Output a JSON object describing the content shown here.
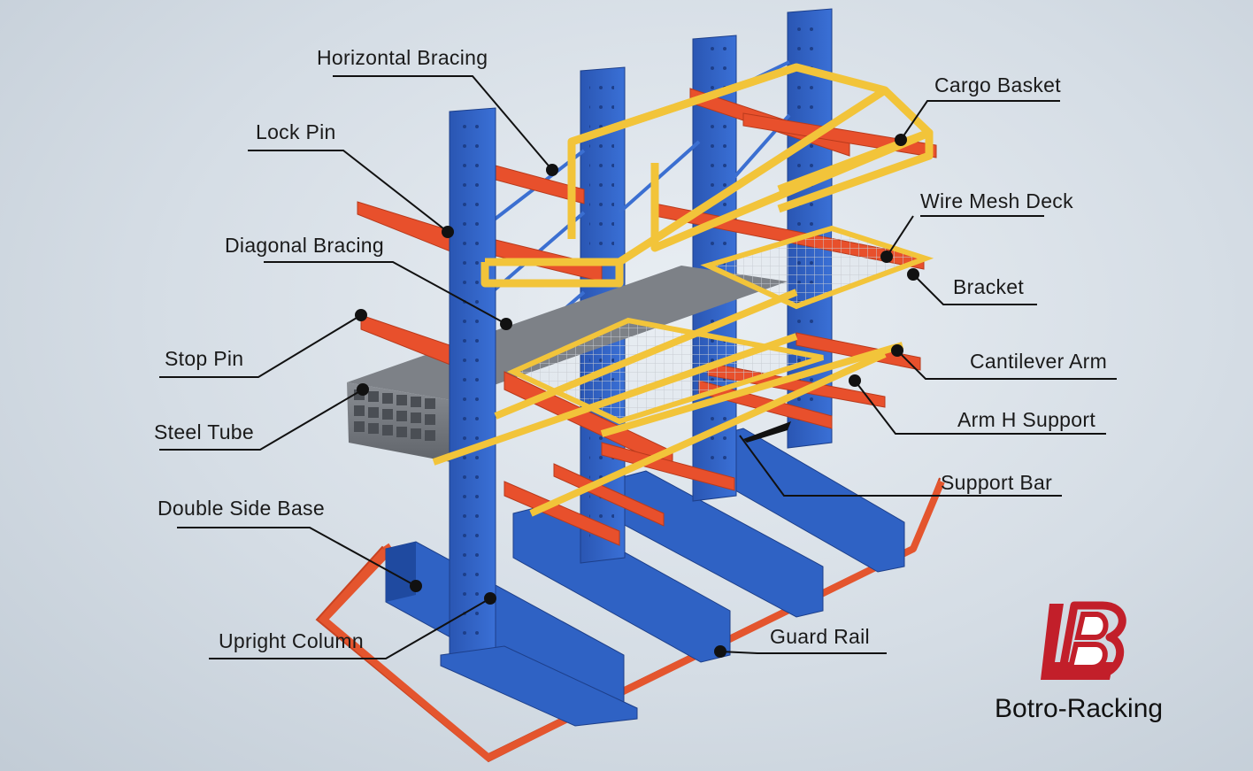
{
  "labels": {
    "horizontal_bracing": "Horizontal Bracing",
    "lock_pin": "Lock Pin",
    "diagonal_bracing": "Diagonal  Bracing",
    "stop_pin": "Stop Pin",
    "steel_tube": "Steel Tube",
    "double_side_base": "Double Side Base",
    "upright_column": "Upright Column",
    "cargo_basket": "Cargo Basket",
    "wire_mesh_deck": "Wire Mesh Deck",
    "bracket": "Bracket",
    "cantilever_arm": "Cantilever Arm",
    "arm_h_support": "Arm H Support",
    "support_bar": "Support Bar",
    "guard_rail": "Guard Rail"
  },
  "brand": {
    "name": "Botro-Racking",
    "logo_text": "LB"
  },
  "colors": {
    "upright_blue": "#2f62c4",
    "arm_orange": "#e8502c",
    "frame_yellow": "#f2c43a",
    "guard_rail_orange": "#e4552e",
    "logo_red": "#c21f2a",
    "leader_line": "#111111"
  }
}
